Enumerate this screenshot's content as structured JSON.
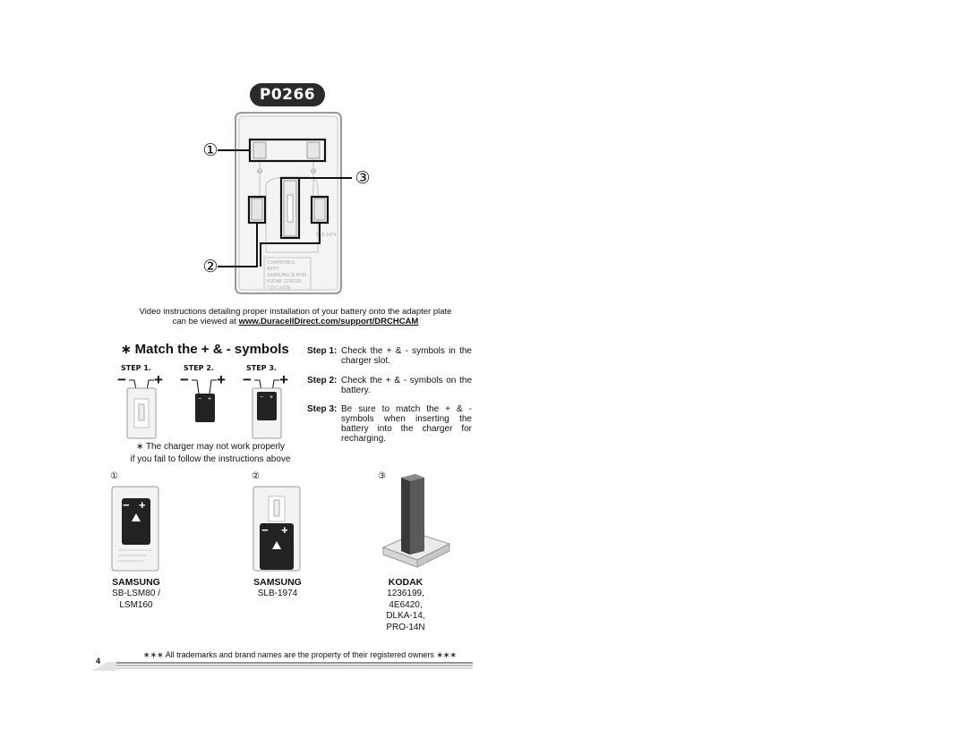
{
  "badge": "P0266",
  "callouts": {
    "one": "①",
    "two": "②",
    "three": "③"
  },
  "plate_text": {
    "compatible": "COMPATIBLE",
    "with": "WITH",
    "samsung": "SAMSUNG SLM-80",
    "kodak": "KODAK 1236199",
    "voltage": "7.2V Li-ION",
    "samsung_side": "SLB-1974"
  },
  "caption": {
    "line1": "Video instructions detailing proper installation of your battery onto the adapter plate",
    "line2_prefix": "can be viewed at ",
    "link": "www.DuracellDirect.com/support/DRCHCAM"
  },
  "match_heading": "Match the + & - symbols",
  "steps_row": [
    {
      "label": "STEP 1."
    },
    {
      "label": "STEP 2."
    },
    {
      "label": "STEP 3."
    }
  ],
  "note": {
    "line1": "The charger may not work properly",
    "line2": "if you fail to follow the instructions above"
  },
  "instructions": [
    {
      "label": "Step 1:",
      "text": "Check the + & - symbols in the charger slot."
    },
    {
      "label": "Step 2:",
      "text": "Check the + & - symbols on the battery."
    },
    {
      "label": "Step 3:",
      "text": "Be sure to match the + & - symbols when inserting the battery into the charger for recharging."
    }
  ],
  "configs": [
    {
      "num": "①",
      "brand": "SAMSUNG",
      "models": [
        "SB-LSM80 /",
        "LSM160"
      ]
    },
    {
      "num": "②",
      "brand": "SAMSUNG",
      "models": [
        "SLB-1974"
      ]
    },
    {
      "num": "③",
      "brand": "KODAK",
      "models": [
        "1236199,",
        "4E6420,",
        "DLKA-14,",
        "PRO-14N"
      ]
    }
  ],
  "footer": "All trademarks and brand names are the property of their registered owners",
  "page_number": "4"
}
